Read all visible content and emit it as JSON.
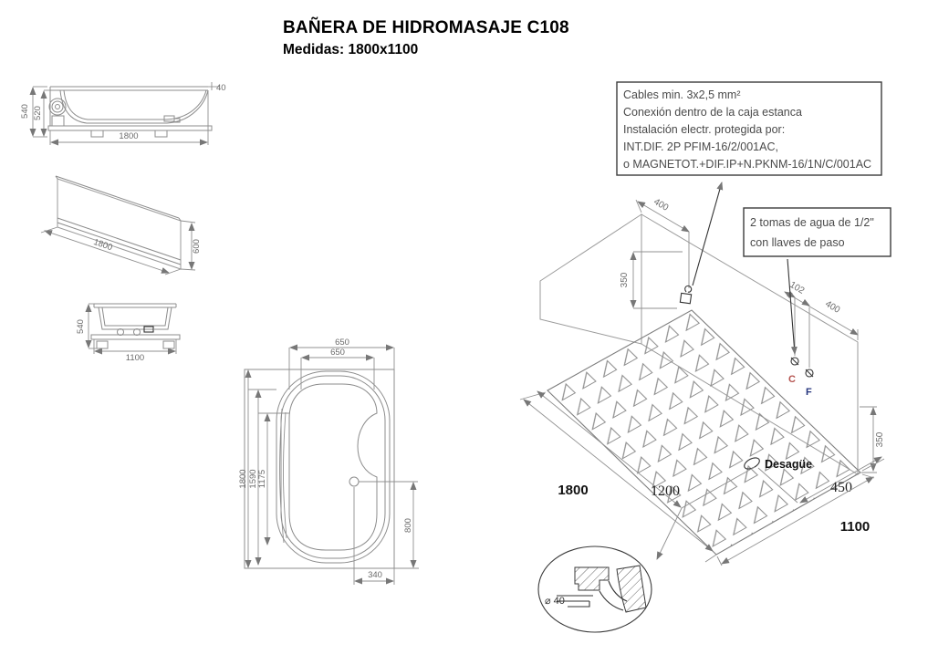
{
  "title": {
    "heading": "BAÑERA DE HIDROMASAJE C108",
    "subtitle": "Medidas: 1800x1100"
  },
  "views": {
    "side": {
      "dims": {
        "height_total": "540",
        "height_inner": "520",
        "length": "1800",
        "rim_width": "40"
      }
    },
    "panel": {
      "dims": {
        "length": "1800",
        "height": "600"
      }
    },
    "end": {
      "dims": {
        "height": "540",
        "width": "1100"
      }
    },
    "top": {
      "dims": {
        "head_width_outer": "650",
        "head_width_inner": "650",
        "length_total": "1800",
        "length_inner": "1590",
        "length_seat": "1175",
        "drain_from_foot": "800",
        "drain_from_side": "340"
      }
    },
    "iso": {
      "cables_box": {
        "lines": [
          "Cables min. 3x2,5 mm²",
          "Conexión dentro de la caja estanca",
          "Instalación electr. protegida por:",
          "INT.DIF. 2P PFIM-16/2/001AC,",
          "o MAGNETOT.+DIF.IP+N.PKNM-16/1N/C/001AC"
        ]
      },
      "water_box": {
        "lines": [
          "2 tomas de agua de 1/2\"",
          "con llaves de paso"
        ]
      },
      "dims": {
        "cable_offset": "400",
        "cable_height": "350",
        "taps_gap": "102",
        "taps_offset": "400",
        "taps_height": "350",
        "length": "1800",
        "drain_along_length": "1200",
        "drain_along_width": "450",
        "width": "1100"
      },
      "labels": {
        "drain": "Desagüe",
        "hot_tap": "C",
        "cold_tap": "F"
      }
    },
    "detail": {
      "diameter_label": "⌀ 40"
    }
  },
  "colors": {
    "hot_tap": "#b4524e",
    "cold_tap": "#26357d",
    "linework": "#8c8c8c",
    "dim_text": "#6b6b6b"
  }
}
